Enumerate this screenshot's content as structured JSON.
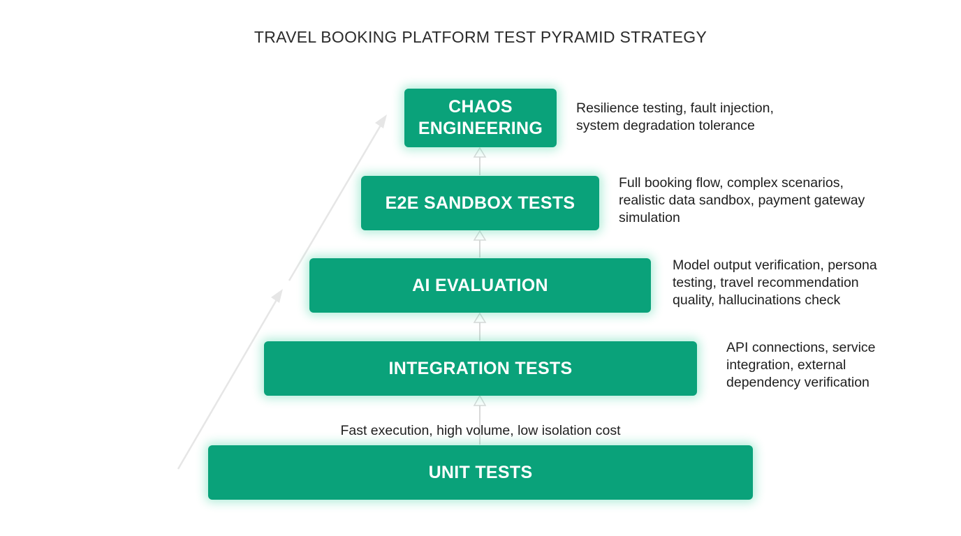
{
  "title": "TRAVEL BOOKING PLATFORM TEST PYRAMID STRATEGY",
  "colors": {
    "tier_fill": "#0aa27a",
    "tier_text": "#ffffff",
    "connector": "#d9d9d9",
    "trend_arrow": "#e6e6e6"
  },
  "tiers": [
    {
      "label_lines": [
        "CHAOS",
        "ENGINEERING"
      ],
      "description_lines": [
        "Resilience testing, fault injection,",
        "system degradation tolerance"
      ]
    },
    {
      "label_lines": [
        "E2E SANDBOX TESTS"
      ],
      "description_lines": [
        "Full booking flow, complex scenarios,",
        "realistic data sandbox, payment gateway",
        "simulation"
      ]
    },
    {
      "label_lines": [
        "AI EVALUATION"
      ],
      "description_lines": [
        "Model output verification, persona",
        "testing, travel recommendation",
        "quality, hallucinations check"
      ]
    },
    {
      "label_lines": [
        "INTEGRATION TESTS"
      ],
      "description_lines": [
        "API connections, service",
        "integration, external",
        "dependency verification"
      ]
    },
    {
      "label_lines": [
        "UNIT TESTS"
      ],
      "description_lines": [
        "Fast execution, high volume, low isolation cost"
      ]
    }
  ]
}
